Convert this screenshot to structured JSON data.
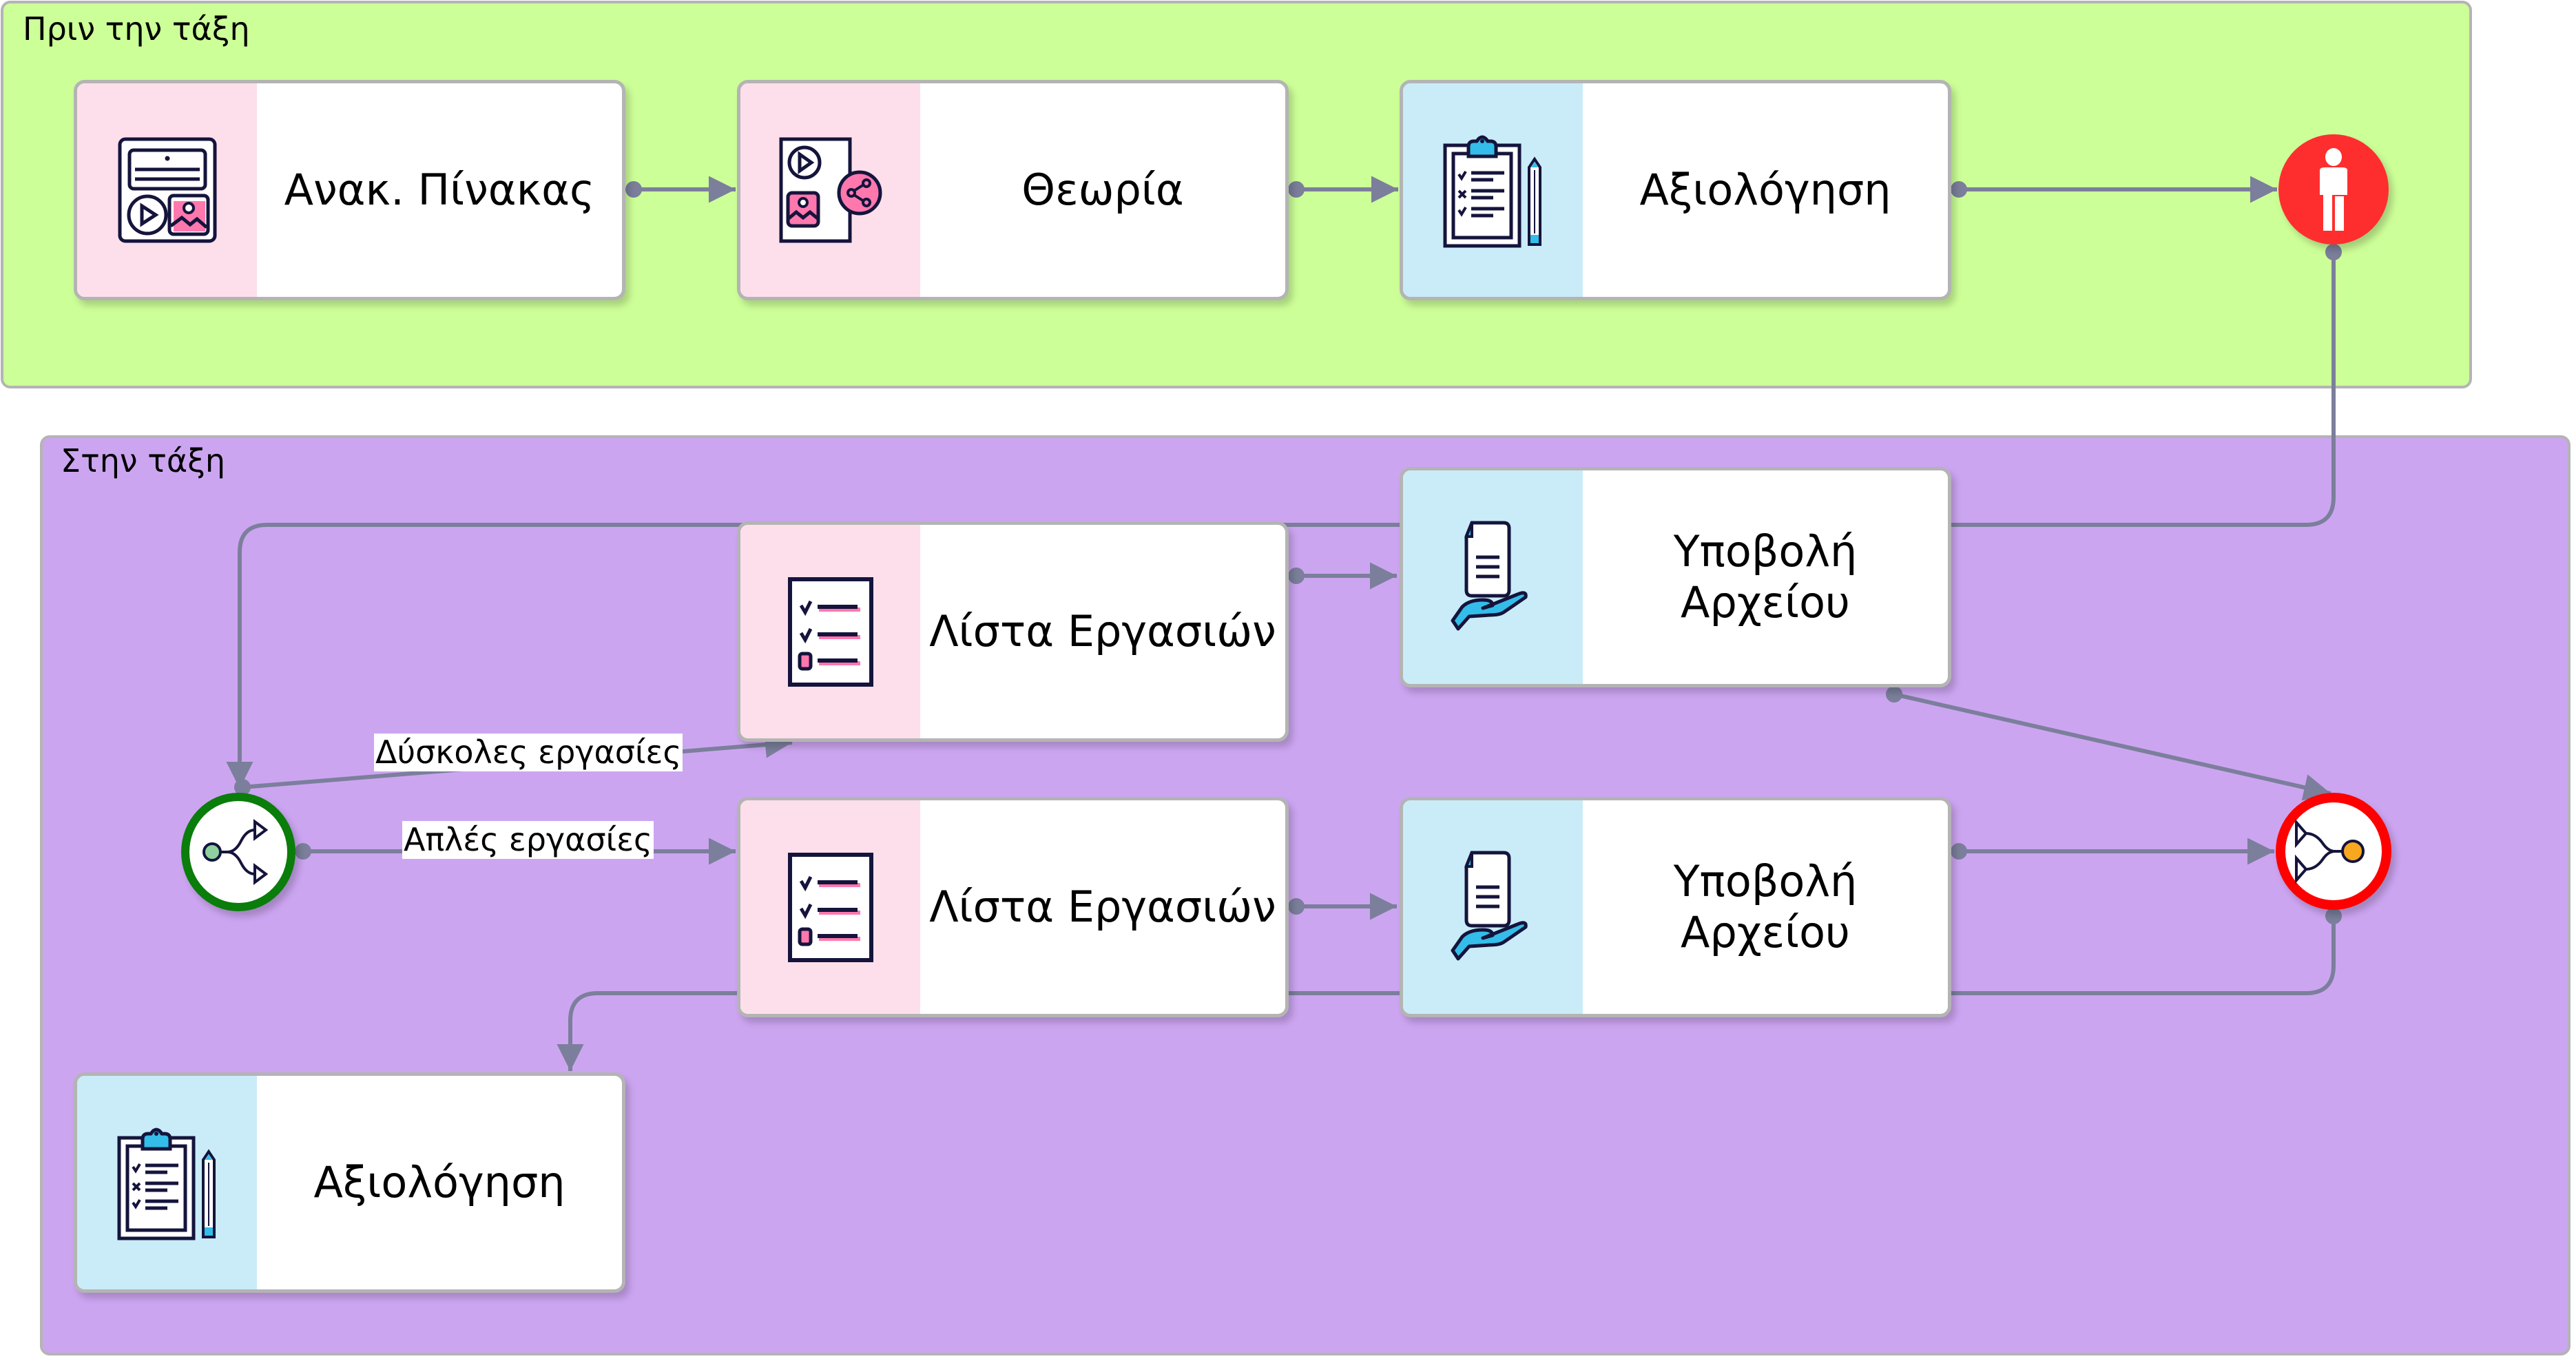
{
  "lanes": [
    {
      "title": "Πριν την τάξη",
      "color": "#cdff98"
    },
    {
      "title": "Στην τάξη",
      "color": "#cca5f1"
    }
  ],
  "tasks": {
    "before_1": {
      "label": "Ανακ. Πίνακας",
      "icon": "bulletin-board-icon",
      "panel_color": "#fddfeb"
    },
    "before_2": {
      "label": "Θεωρία",
      "icon": "media-share-icon",
      "panel_color": "#fddfeb"
    },
    "before_3": {
      "label": "Αξιολόγηση",
      "icon": "clipboard-evaluation-icon",
      "panel_color": "#c9ecf8"
    },
    "class_tasklist_hard": {
      "label": "Λίστα Εργασιών",
      "icon": "checklist-icon",
      "panel_color": "#fddfeb"
    },
    "class_submit_hard": {
      "label": "Υποβολή\nΑρχείου",
      "icon": "file-submit-icon",
      "panel_color": "#c9ecf8"
    },
    "class_tasklist_easy": {
      "label": "Λίστα Εργασιών",
      "icon": "checklist-icon",
      "panel_color": "#fddfeb"
    },
    "class_submit_easy": {
      "label": "Υποβολή\nΑρχείου",
      "icon": "file-submit-icon",
      "panel_color": "#c9ecf8"
    },
    "class_evaluation": {
      "label": "Αξιολόγηση",
      "icon": "clipboard-evaluation-icon",
      "panel_color": "#c9ecf8"
    }
  },
  "nodes": {
    "person": {
      "icon": "person-icon",
      "color": "#ff2e2e"
    },
    "split_gateway": {
      "icon": "split-gateway-icon",
      "border_color": "#0a7d0a"
    },
    "merge_gateway": {
      "icon": "merge-gateway-icon",
      "border_color": "#ff0000"
    }
  },
  "edge_labels": {
    "hard": "Δύσκολες εργασίες",
    "easy": "Απλές εργασίες"
  },
  "edge_color": "#7b7f9b"
}
